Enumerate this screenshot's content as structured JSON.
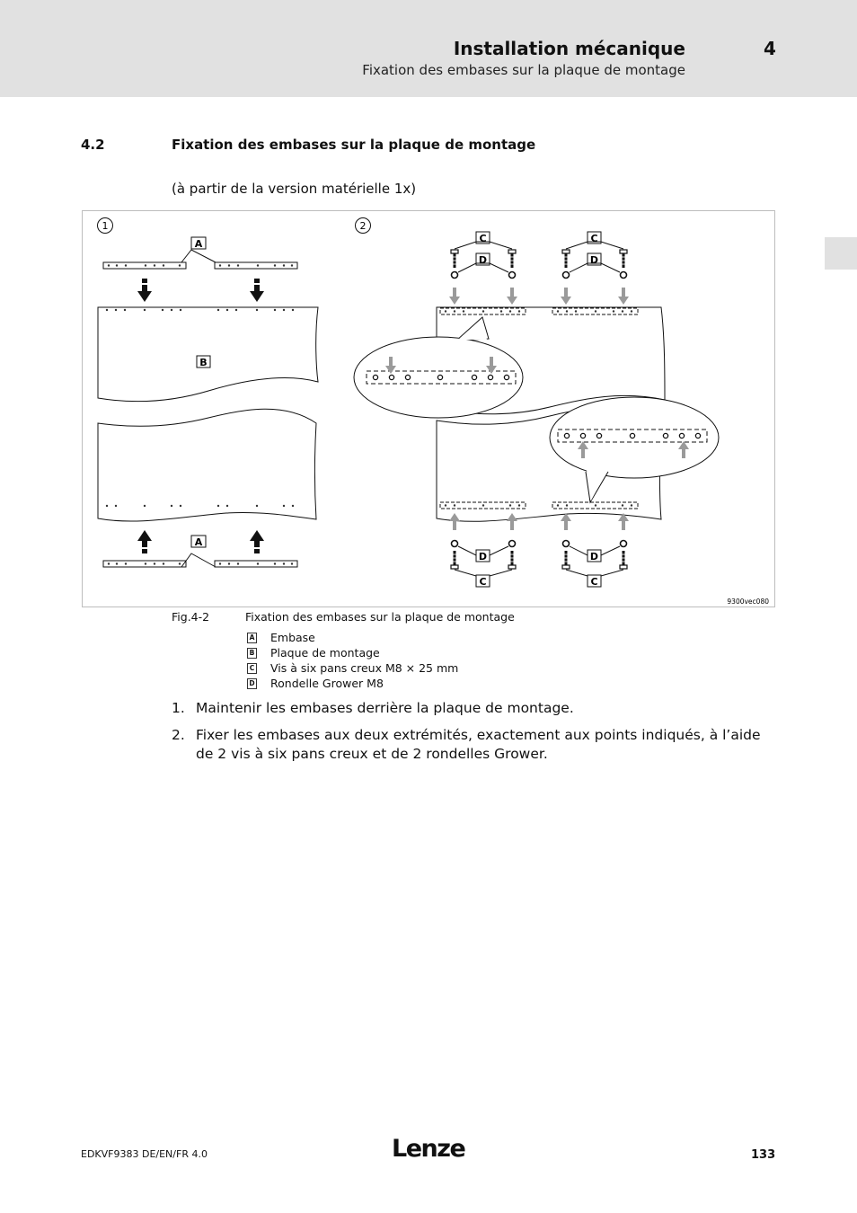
{
  "header": {
    "title": "Installation mécanique",
    "chapter": "4",
    "subtitle": "Fixation des embases sur la plaque de montage"
  },
  "section": {
    "number": "4.2",
    "title": "Fixation des embases sur la plaque de montage"
  },
  "intro_note": "(à partir de la version matérielle 1x)",
  "figure": {
    "panel_labels": [
      "①",
      "②"
    ],
    "callouts": {
      "a": "A",
      "b": "B",
      "c": "C",
      "d": "D"
    },
    "image_id": "9300vec080",
    "caption_label": "Fig.4-2",
    "caption": "Fixation des embases sur la plaque de montage"
  },
  "legend": [
    {
      "key": "A",
      "text": "Embase"
    },
    {
      "key": "B",
      "text": "Plaque de montage"
    },
    {
      "key": "C",
      "text": "Vis à six pans creux M8 × 25 mm"
    },
    {
      "key": "D",
      "text": "Rondelle Grower M8"
    }
  ],
  "steps": [
    {
      "num": "1.",
      "text": "Maintenir les embases derrière la plaque de montage."
    },
    {
      "num": "2.",
      "text": "Fixer les embases aux deux extrémités, exactement aux points indiqués, à l’aide de 2 vis à six pans creux et de 2 rondelles Grower."
    }
  ],
  "footer": {
    "doc_id": "EDKVF9383  DE/EN/FR  4.0",
    "brand": "Lenze",
    "page": "133"
  }
}
